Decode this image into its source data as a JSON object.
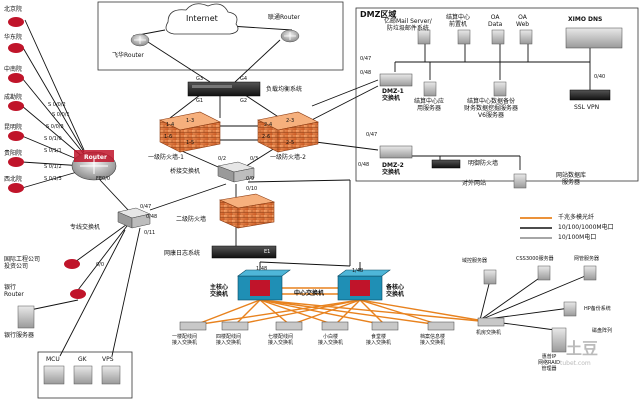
{
  "colors": {
    "fiber": "#e8821e",
    "copper": "#111111",
    "firewall": "#e07a3c",
    "core": "#1f8fb5",
    "router": "#b0142a"
  },
  "legend": {
    "fiber": "千兆多模光纤",
    "copper1000": "10/100/1000M电口",
    "copper100": "10/100M电口"
  },
  "internet": {
    "cloud": "Internet",
    "feihua": "飞华Router",
    "liantong": "联通Router",
    "lb_label": "负载均衡系统",
    "lb_ports": [
      "G3",
      "G4",
      "G1",
      "G2"
    ]
  },
  "dmz": {
    "title": "DMZ区域",
    "mail": "亿邮Mail Server/\n防垃圾邮件系统",
    "jiesuan_front": "结算中心\n前置机",
    "oa_data": "OA\nData",
    "oa_web": "OA\nWeb",
    "ximo": "XIMO DNS",
    "ssl": "SSL VPN",
    "dmz1": "DMZ-1\n交换机",
    "dmz2": "DMZ-2\n交换机",
    "jiesuan_app": "结算中心应\n用服务器",
    "backup": "结算中心数据备份\n财务数据挖掘服务器\nV6服务器",
    "mingwu_fw": "明御防火墙",
    "ext_site": "对外网站",
    "site_db": "网站数据库\n服务器",
    "ports": [
      "0/47",
      "0/48",
      "0/40",
      "0/47",
      "0/48"
    ]
  },
  "left_routers": {
    "items": [
      "北京院",
      "华东院",
      "中南院",
      "成勘院",
      "昆明院",
      "贵阳院",
      "西北院"
    ],
    "hub": "Router",
    "hub_port": "FE0/0",
    "serial_ports": [
      "S 0/0/2",
      "S 0/0/1",
      "S 0/0/3",
      "S 0/1/0",
      "S 0/1/1",
      "S 0/1/2",
      "S 0/1/3"
    ]
  },
  "core": {
    "fw1": "一级防火墙-1",
    "fw2": "一级防火墙-2",
    "fw1_ports": [
      "1-4",
      "1-3",
      "1-6",
      "1-5"
    ],
    "fw2_ports": [
      "2-4",
      "2-3",
      "2-6",
      "2-5"
    ],
    "bridge": "桥接交换机",
    "bridge_ports": [
      "0/2",
      "0/3",
      "0/10",
      "0/9"
    ],
    "fw2nd": "二级防火墙",
    "logsys": "网康日志系统",
    "logport": "E1",
    "main_core": "主核心\n交换机",
    "backup_core": "备核心\n交换机",
    "center": "中心交换机",
    "core_ports": [
      "1/48",
      "1/48"
    ]
  },
  "special": {
    "switch": "专线交换机",
    "ports": [
      "0/47",
      "0/48",
      "0/0",
      "0/11"
    ],
    "intl": "国际工程公司\n投资公司",
    "bank_router": "银行\nRouter",
    "bank_server": "银行服务器",
    "vc_items": [
      "MCU",
      "GK",
      "VPS"
    ]
  },
  "access": {
    "items": [
      "一楼配线间\n接入交换机",
      "四楼配线间\n接入交换机",
      "七楼配线间\n接入交换机",
      "小白楼\n接入交换机",
      "食堂楼\n接入交换机",
      "档案信息楼\n接入交换机",
      "机房交换机"
    ]
  },
  "servers": {
    "domain": "域控服务器",
    "css": "CSS3000服务器",
    "netmgmt": "网管服务器",
    "hp": "HP备份系统",
    "array": "磁盘阵列",
    "nas": "惠普IP\n网络RAID\n管理器"
  },
  "watermark": {
    "mark": "土豆",
    "site": "tubet.com"
  }
}
